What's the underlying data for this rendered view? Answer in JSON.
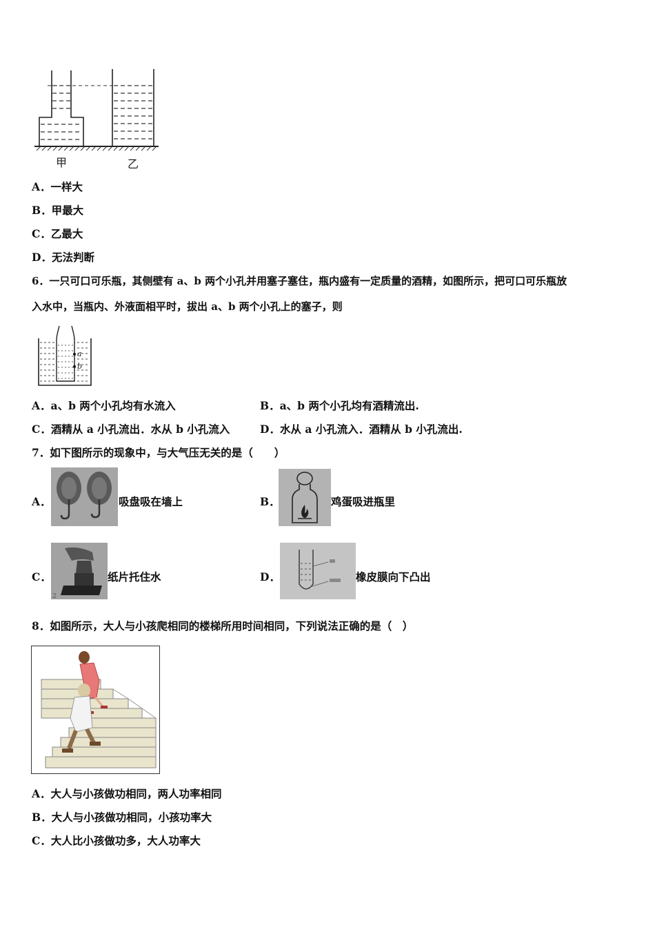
{
  "q5": {
    "figure_labels": {
      "jia": "甲",
      "yi": "乙"
    },
    "options": [
      {
        "label": "A．",
        "text": "一样大"
      },
      {
        "label": "B．",
        "text": "甲最大"
      },
      {
        "label": "C．",
        "text": "乙最大"
      },
      {
        "label": "D．",
        "text": "无法判断"
      }
    ]
  },
  "q6": {
    "stem_line1": "6．一只可口可乐瓶，其侧壁有 a、b 两个小孔并用塞子塞住，瓶内盛有一定质量的酒精，如图所示，把可口可乐瓶放",
    "stem_line2": "入水中，当瓶内、外液面相平时，拔出 a、b 两个小孔上的塞子，则",
    "figure_labels": {
      "a": "a",
      "b": "b"
    },
    "options": [
      {
        "label": "A．",
        "text": "a、b 两个小孔均有水流入"
      },
      {
        "label": "B．",
        "text": "a、b 两个小孔均有酒精流出."
      },
      {
        "label": "C．",
        "text": "酒精从 a 小孔流出．水从 b 小孔流入"
      },
      {
        "label": "D．",
        "text": "水从 a 小孔流入．酒精从 b 小孔流出."
      }
    ]
  },
  "q7": {
    "stem": "7．如下图所示的现象中，与大气压无关的是（　　）",
    "options": [
      {
        "label": "A．",
        "text": "吸盘吸在墙上"
      },
      {
        "label": "B．",
        "text": "鸡蛋吸进瓶里"
      },
      {
        "label": "C．",
        "text": "纸片托住水"
      },
      {
        "label": "D．",
        "text": "橡皮膜向下凸出"
      }
    ]
  },
  "q8": {
    "stem": "8．如图所示，大人与小孩爬相同的楼梯所用时间相同，下列说法正确的是（　）",
    "options": [
      {
        "label": "A．",
        "text": "大人与小孩做功相同，两人功率相同"
      },
      {
        "label": "B．",
        "text": "大人与小孩做功相同，小孩功率大"
      },
      {
        "label": "C．",
        "text": "大人比小孩做功多，大人功率大"
      }
    ]
  }
}
